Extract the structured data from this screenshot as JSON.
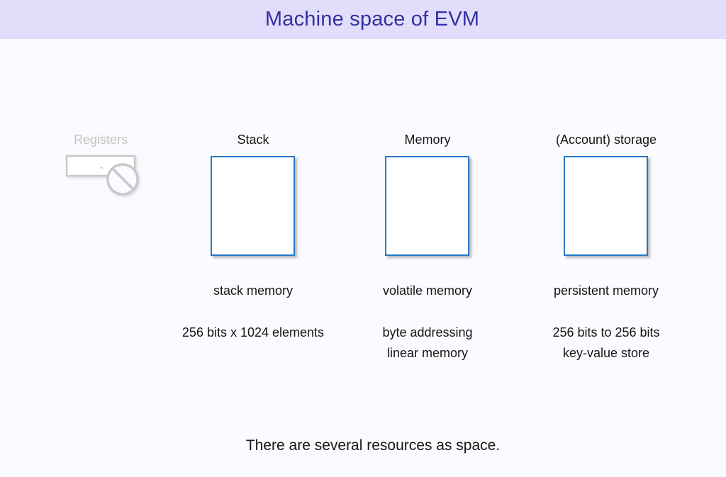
{
  "slide": {
    "title": "Machine space of EVM",
    "footer": "There are several resources as space."
  },
  "columns": [
    {
      "title": "Registers",
      "placeholder": "-",
      "available": false
    },
    {
      "title": "Stack",
      "label": "stack memory",
      "details": [
        "256 bits x 1024 elements"
      ]
    },
    {
      "title": "Memory",
      "label": "volatile memory",
      "details": [
        "byte addressing",
        "linear memory"
      ]
    },
    {
      "title": "(Account) storage",
      "label": "persistent memory",
      "details": [
        "256 bits to 256 bits",
        "key-value store"
      ]
    }
  ],
  "colors": {
    "header_bg": "#e2ddfb",
    "header_text": "#32319e",
    "body_bg": "#fbfaff",
    "box_border": "#2878c8",
    "box_fill": "#ffffff",
    "text": "#161616",
    "disabled_gray": "#c3c3c3"
  }
}
